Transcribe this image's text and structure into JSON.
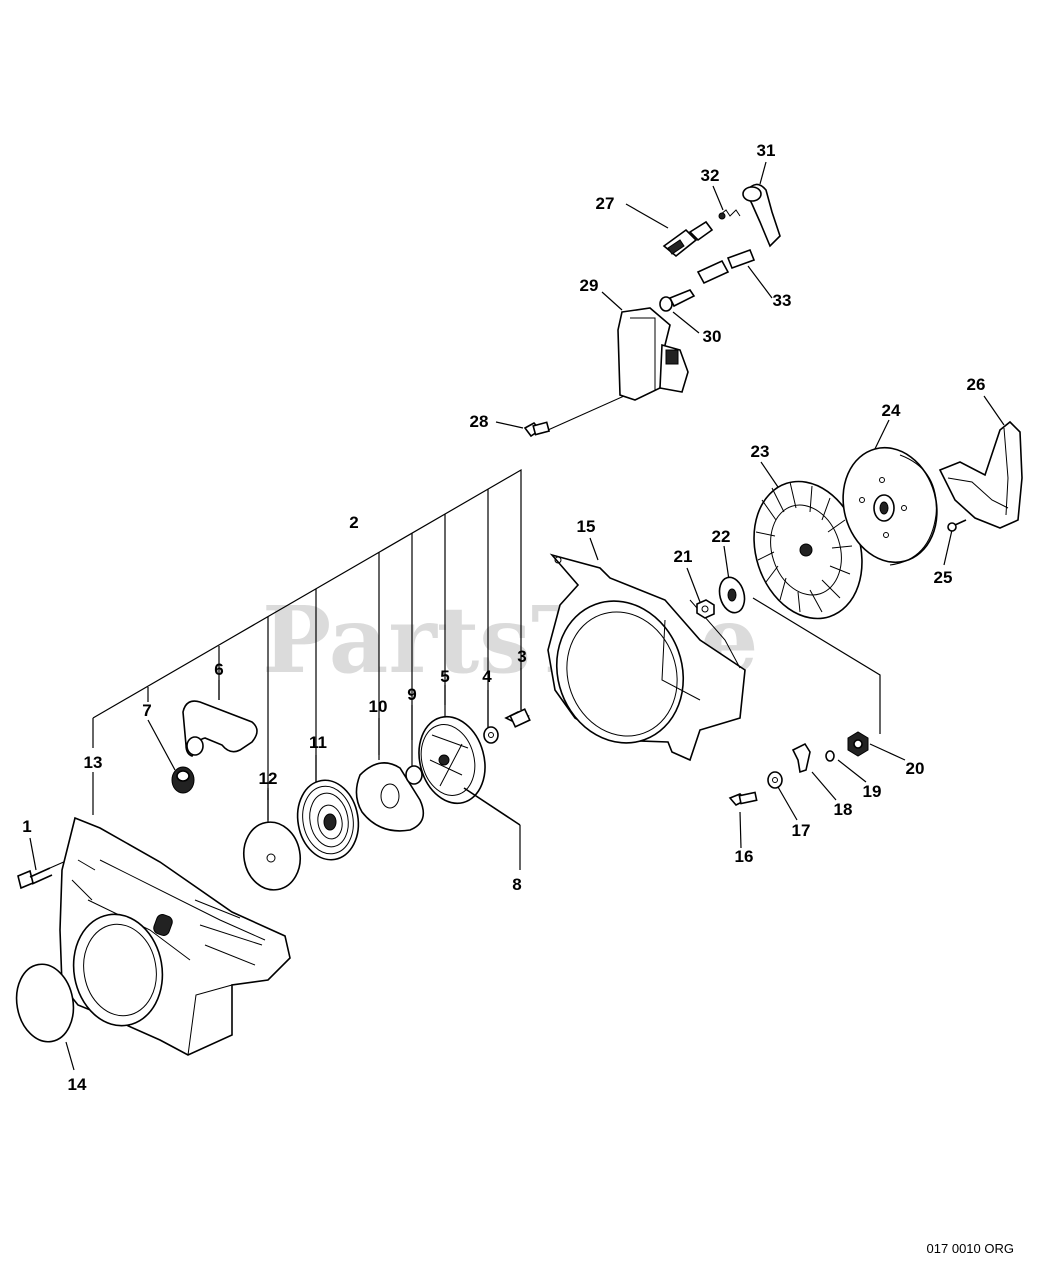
{
  "watermark": "PartsTree",
  "drawing_code": "017 0010 ORG",
  "callouts": [
    "1",
    "2",
    "3",
    "4",
    "5",
    "6",
    "7",
    "8",
    "9",
    "10",
    "11",
    "12",
    "13",
    "14",
    "15",
    "16",
    "17",
    "18",
    "19",
    "20",
    "21",
    "22",
    "23",
    "24",
    "25",
    "26",
    "27",
    "28",
    "29",
    "30",
    "31",
    "32",
    "33"
  ],
  "parts": {
    "p1": "bolt",
    "p3": "bolt",
    "p4": "washer",
    "p5": "reel",
    "p6": "starter-handle",
    "p7": "grommet",
    "p8": "starter-rope",
    "p9": "collar",
    "p10": "spring-cover",
    "p11": "recoil-spring",
    "p12": "plate",
    "p13": "starter-case",
    "p14": "o-ring",
    "p15": "fan-cover",
    "p16": "bolt",
    "p17": "washer",
    "p18": "pawl",
    "p19": "spring-washer",
    "p20": "nut",
    "p21": "nut",
    "p22": "washer",
    "p23": "flywheel",
    "p24": "rotor",
    "p25": "screw",
    "p26": "cover",
    "p27": "spark-plug",
    "p28": "bolt",
    "p29": "ignition-coil",
    "p30": "terminal",
    "p31": "plug-cap",
    "p32": "spring",
    "p33": "tube"
  }
}
